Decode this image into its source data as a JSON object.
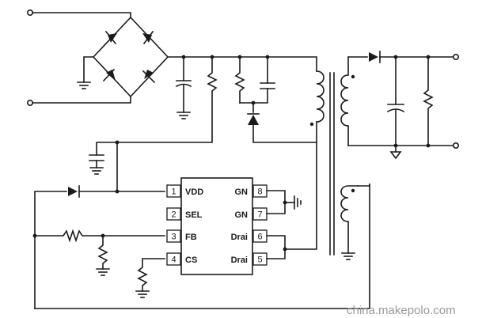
{
  "ic": {
    "pins": [
      {
        "num": "1",
        "label": "VDD"
      },
      {
        "num": "2",
        "label": "SEL"
      },
      {
        "num": "3",
        "label": "FB"
      },
      {
        "num": "4",
        "label": "CS"
      },
      {
        "num": "5",
        "label": "Drai"
      },
      {
        "num": "6",
        "label": "Drai"
      },
      {
        "num": "7",
        "label": "GN"
      },
      {
        "num": "8",
        "label": "GN"
      }
    ]
  },
  "watermark": "china.makepolo.com"
}
